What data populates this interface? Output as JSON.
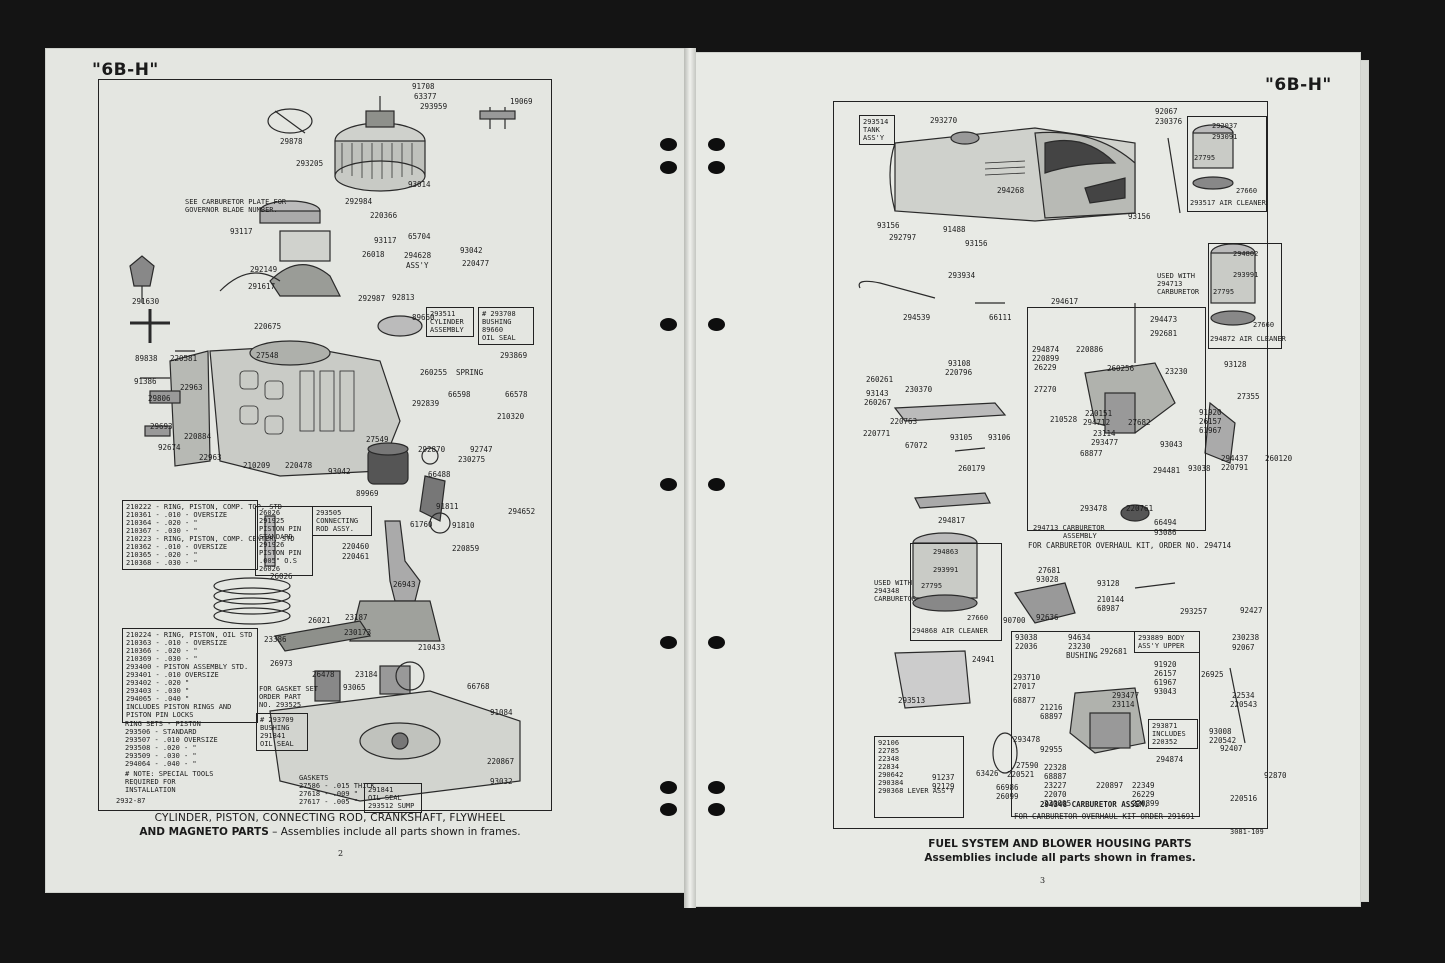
{
  "left_page": {
    "model_code": "\"6B-H\"",
    "page_number": "2",
    "doc_code": "2932-87",
    "caption_line1": "CYLINDER, PISTON, CONNECTING ROD, CRANKSHAFT, FLYWHEEL",
    "caption_line2_bold": "AND MAGNETO PARTS",
    "caption_line2_rest": " – Assemblies include all parts shown in frames.",
    "labels": [
      {
        "text": "91708"
      },
      {
        "text": "63377"
      },
      {
        "text": "293959"
      },
      {
        "text": "19069"
      },
      {
        "text": "29878"
      },
      {
        "text": "293205"
      },
      {
        "text": "93014"
      },
      {
        "text": "292984"
      },
      {
        "text": "220366"
      },
      {
        "text": "93117"
      },
      {
        "text": "93117"
      },
      {
        "text": "65704"
      },
      {
        "text": "26018"
      },
      {
        "text": "294628"
      },
      {
        "text": "ASS'Y"
      },
      {
        "text": "93042"
      },
      {
        "text": "292149"
      },
      {
        "text": "220477"
      },
      {
        "text": "291617"
      },
      {
        "text": "292987"
      },
      {
        "text": "92813"
      },
      {
        "text": "291630"
      },
      {
        "text": "220675"
      },
      {
        "text": "89660"
      },
      {
        "text": "89838"
      },
      {
        "text": "220581"
      },
      {
        "text": "27548"
      },
      {
        "text": "293869"
      },
      {
        "text": "91386"
      },
      {
        "text": "22963"
      },
      {
        "text": "260255"
      },
      {
        "text": "SPRING"
      },
      {
        "text": "66578"
      },
      {
        "text": "29806"
      },
      {
        "text": "66598"
      },
      {
        "text": "292839"
      },
      {
        "text": "29693"
      },
      {
        "text": "210320"
      },
      {
        "text": "220884"
      },
      {
        "text": "27549"
      },
      {
        "text": "92674"
      },
      {
        "text": "292870"
      },
      {
        "text": "92747"
      },
      {
        "text": "22963"
      },
      {
        "text": "210209"
      },
      {
        "text": "220478"
      },
      {
        "text": "93042"
      },
      {
        "text": "66488"
      },
      {
        "text": "230275"
      },
      {
        "text": "89969"
      },
      {
        "text": "294652"
      },
      {
        "text": "91811"
      },
      {
        "text": "91810"
      },
      {
        "text": "61760"
      },
      {
        "text": "220859"
      },
      {
        "text": "26026"
      },
      {
        "text": "220460"
      },
      {
        "text": "220461"
      },
      {
        "text": "26943"
      },
      {
        "text": "26021"
      },
      {
        "text": "23386"
      },
      {
        "text": "23187"
      },
      {
        "text": "230173"
      },
      {
        "text": "210433"
      },
      {
        "text": "26973"
      },
      {
        "text": "26478"
      },
      {
        "text": "23184"
      },
      {
        "text": "66768"
      },
      {
        "text": "93065"
      },
      {
        "text": "91084"
      },
      {
        "text": "220867"
      },
      {
        "text": "93032"
      }
    ],
    "see_carb_note": [
      "SEE CARBURETOR PLATE FOR",
      "GOVERNOR BLADE NUMBER."
    ],
    "cyl_assy_box": [
      "293511",
      "CYLINDER",
      "ASSEMBLY"
    ],
    "bushing_box": [
      "# 293708",
      "BUSHING",
      "89660",
      "OIL SEAL"
    ],
    "rings_box": [
      "210222 - RING, PISTON, COMP. TOP, STD",
      "210361 - .010 - OVERSIZE",
      "210364 - .020 -  \"",
      "210367 - .030 -  \"",
      "",
      "210223 - RING, PISTON, COMP. CENTER, STD",
      "210362 - .010 - OVERSIZE",
      "210365 - .020 -  \"",
      "210368 - .030 -  \""
    ],
    "pin_box": [
      "26026",
      "291925",
      "PISTON PIN",
      "STANDARD",
      "291926",
      "PISTON PIN",
      ".005\" O.S",
      "26026"
    ],
    "conn_rod_box": [
      "293505",
      "CONNECTING",
      "ROD ASSY."
    ],
    "oil_rings_box": [
      "210224 - RING, PISTON, OIL STD",
      "210363 - .010 - OVERSIZE",
      "210366 - .020 -  \"",
      "210369 - .030 -  \"",
      "293400 - PISTON ASSEMBLY STD.",
      "293401 - .010 OVERSIZE",
      "293402 - .020   \"",
      "293403 - .030   \"",
      "294065 - .040   \"",
      "INCLUDES PISTON RINGS AND",
      "PISTON PIN LOCKS"
    ],
    "ring_sets_box": [
      "RING SETS - PISTON",
      "293506 - STANDARD",
      "293507 - .010 OVERSIZE",
      "293508 - .020 -  \"",
      "293509 - .030 -  \"",
      "294064 - .040 -  \""
    ],
    "gasket_note": [
      "FOR GASKET SET",
      "ORDER PART",
      "NO. 293525"
    ],
    "sump_bushing_box": [
      "# 293709",
      "BUSHING",
      "291841",
      "OIL SEAL"
    ],
    "tools_note": [
      "# NOTE: SPECIAL TOOLS",
      "REQUIRED FOR",
      "INSTALLATION"
    ],
    "gaskets_box": [
      "GASKETS",
      "27586 - .015 THICK",
      "27618 - .009  \"",
      "27617 - .005  \""
    ],
    "sump_box": [
      "291841",
      "OIL SEAL",
      "293512 SUMP"
    ]
  },
  "right_page": {
    "model_code": "\"6B-H\"",
    "page_number": "3",
    "doc_code": "3081-109",
    "caption_line1": "FUEL SYSTEM AND BLOWER HOUSING PARTS",
    "caption_line2": "Assemblies include all parts shown in frames.",
    "tank_box": [
      "293514",
      "TANK",
      "ASS'Y"
    ],
    "air_cleaner_1": [
      "292037",
      "293091",
      "27795",
      "27660",
      "293517 AIR CLEANER"
    ],
    "air_cleaner_2": [
      "294802",
      "293991",
      "27795",
      "27660",
      "294872 AIR CLEANER"
    ],
    "air_cleaner_3": [
      "294863",
      "293991",
      "27795",
      "27660",
      "294868 AIR CLEANER"
    ],
    "used_with_1": [
      "USED WITH",
      "294713",
      "CARBURETOR"
    ],
    "used_with_2": [
      "USED WITH",
      "294348",
      "CARBURETOR"
    ],
    "carb_assy_1": [
      "294713 CARBURETOR",
      "ASSEMBLY"
    ],
    "carb_kit_1": "FOR CARBURETOR OVERHAUL KIT, ORDER NO. 294714",
    "carb_assy_2": "294348 CARBURETOR ASSEM.",
    "carb_kit_2": "FOR CARBURETOR OVERHAUL KIT ORDER 291691",
    "body_box": [
      "293889 BODY",
      "ASS'Y UPPER"
    ],
    "includes_box": [
      "293871",
      "INCLUDES",
      "220352"
    ],
    "lever_box": [
      "92106",
      "22785",
      "22348",
      "22834",
      "290642",
      "290384",
      "290368 LEVER ASS'Y"
    ],
    "labels": [
      {
        "text": "293270"
      },
      {
        "text": "92067"
      },
      {
        "text": "230376"
      },
      {
        "text": "294268"
      },
      {
        "text": "93156"
      },
      {
        "text": "91488"
      },
      {
        "text": "93156"
      },
      {
        "text": "292797"
      },
      {
        "text": "93156"
      },
      {
        "text": "293934"
      },
      {
        "text": "294617"
      },
      {
        "text": "294539"
      },
      {
        "text": "66111"
      },
      {
        "text": "294473"
      },
      {
        "text": "292681"
      },
      {
        "text": "294874"
      },
      {
        "text": "220899"
      },
      {
        "text": "26229"
      },
      {
        "text": "27270"
      },
      {
        "text": "220886"
      },
      {
        "text": "260256"
      },
      {
        "text": "23230"
      },
      {
        "text": "93128"
      },
      {
        "text": "93108"
      },
      {
        "text": "220796"
      },
      {
        "text": "260261"
      },
      {
        "text": "230370"
      },
      {
        "text": "93143"
      },
      {
        "text": "260267"
      },
      {
        "text": "220763"
      },
      {
        "text": "220771"
      },
      {
        "text": "67072"
      },
      {
        "text": "93105"
      },
      {
        "text": "93106"
      },
      {
        "text": "27355"
      },
      {
        "text": "220151"
      },
      {
        "text": "210528"
      },
      {
        "text": "294712"
      },
      {
        "text": "27682"
      },
      {
        "text": "91920"
      },
      {
        "text": "26157"
      },
      {
        "text": "61967"
      },
      {
        "text": "23114"
      },
      {
        "text": "293477"
      },
      {
        "text": "93043"
      },
      {
        "text": "294437"
      },
      {
        "text": "220791"
      },
      {
        "text": "260120"
      },
      {
        "text": "260179"
      },
      {
        "text": "68877"
      },
      {
        "text": "294481"
      },
      {
        "text": "93038"
      },
      {
        "text": "293478"
      },
      {
        "text": "220761"
      },
      {
        "text": "66494"
      },
      {
        "text": "93086"
      },
      {
        "text": "294817"
      },
      {
        "text": "27681"
      },
      {
        "text": "93028"
      },
      {
        "text": "93128"
      },
      {
        "text": "210144"
      },
      {
        "text": "68987"
      },
      {
        "text": "90700"
      },
      {
        "text": "92636"
      },
      {
        "text": "293257"
      },
      {
        "text": "92427"
      },
      {
        "text": "93038"
      },
      {
        "text": "22036"
      },
      {
        "text": "94634"
      },
      {
        "text": "23230"
      },
      {
        "text": "BUSHING"
      },
      {
        "text": "292681"
      },
      {
        "text": "230238"
      },
      {
        "text": "92067"
      },
      {
        "text": "24941"
      },
      {
        "text": "26925"
      },
      {
        "text": "293513"
      },
      {
        "text": "293710"
      },
      {
        "text": "27017"
      },
      {
        "text": "91920"
      },
      {
        "text": "26157"
      },
      {
        "text": "61967"
      },
      {
        "text": "93043"
      },
      {
        "text": "22534"
      },
      {
        "text": "220543"
      },
      {
        "text": "68877"
      },
      {
        "text": "293477"
      },
      {
        "text": "23114"
      },
      {
        "text": "21216"
      },
      {
        "text": "68897"
      },
      {
        "text": "93008"
      },
      {
        "text": "220542"
      },
      {
        "text": "293478"
      },
      {
        "text": "92955"
      },
      {
        "text": "294874"
      },
      {
        "text": "92407"
      },
      {
        "text": "27590"
      },
      {
        "text": "220521"
      },
      {
        "text": "22328"
      },
      {
        "text": "68887"
      },
      {
        "text": "23227"
      },
      {
        "text": "22070"
      },
      {
        "text": "230005"
      },
      {
        "text": "220897"
      },
      {
        "text": "22349"
      },
      {
        "text": "26229"
      },
      {
        "text": "220899"
      },
      {
        "text": "92870"
      },
      {
        "text": "63426"
      },
      {
        "text": "66986"
      },
      {
        "text": "26099"
      },
      {
        "text": "91237"
      },
      {
        "text": "92129"
      },
      {
        "text": "220516"
      }
    ]
  }
}
